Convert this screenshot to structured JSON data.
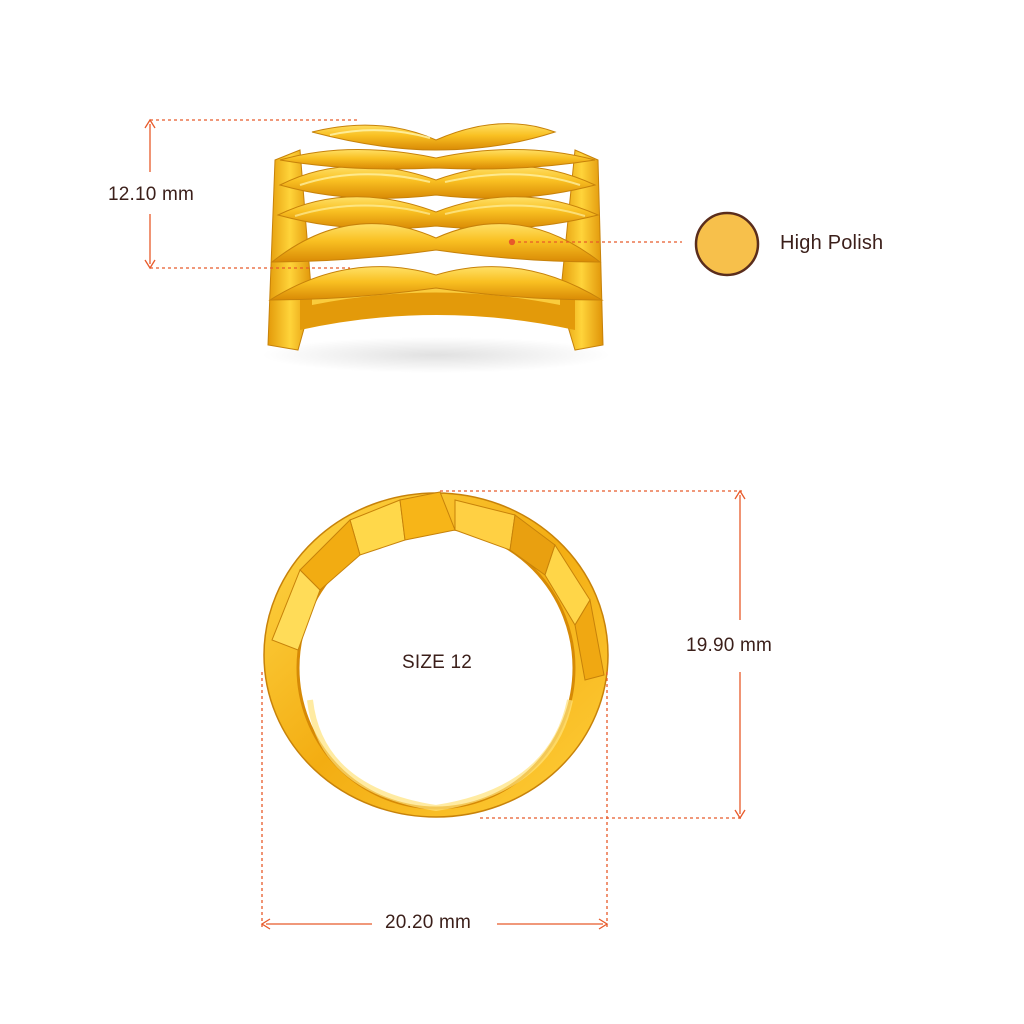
{
  "dimensions": {
    "top_view_height": "12.10 mm",
    "front_view_height": "19.90 mm",
    "front_view_width": "20.20 mm"
  },
  "ring_size": "SIZE 12",
  "finish": {
    "label": "High Polish",
    "swatch_color": "#f7c04b",
    "swatch_border": "#5a2d1c"
  },
  "colors": {
    "dimension_line": "#e85a2a",
    "text": "#3b1f1a",
    "gold_light": "#ffd84a",
    "gold_mid": "#f7b518",
    "gold_dark": "#d68a06"
  }
}
